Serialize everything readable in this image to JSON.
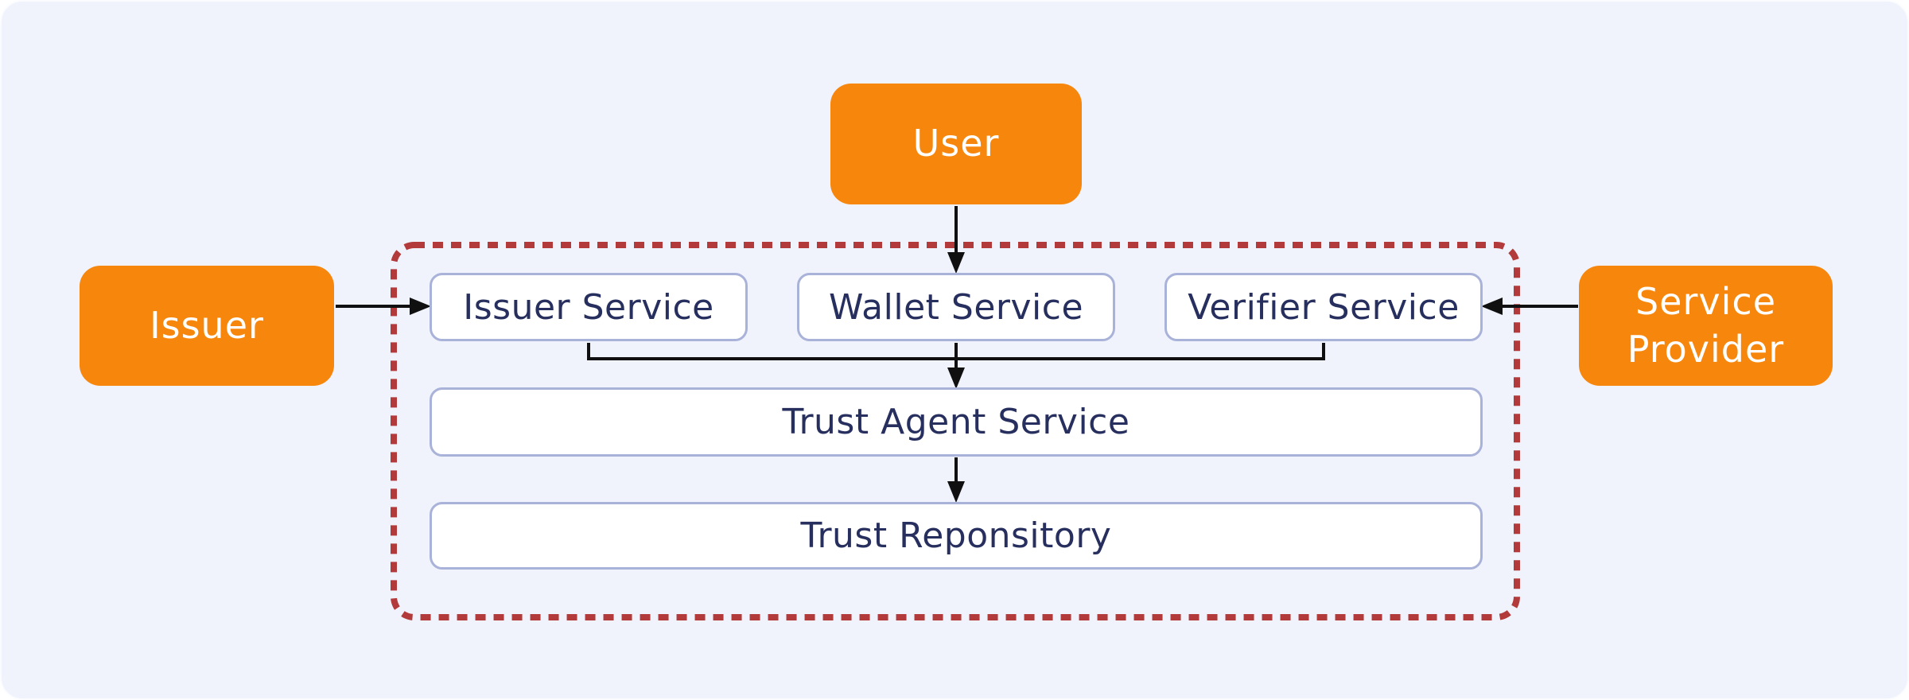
{
  "diagram": {
    "type": "architecture-diagram",
    "nodes": {
      "user": {
        "label": "User",
        "role": "external-actor"
      },
      "issuer": {
        "label": "Issuer",
        "role": "external-actor"
      },
      "service_provider": {
        "label": "Service Provider",
        "role": "external-actor"
      },
      "issuer_service": {
        "label": "Issuer Service",
        "role": "internal-service"
      },
      "wallet_service": {
        "label": "Wallet Service",
        "role": "internal-service"
      },
      "verifier_service": {
        "label": "Verifier Service",
        "role": "internal-service"
      },
      "trust_agent_service": {
        "label": "Trust Agent Service",
        "role": "internal-service"
      },
      "trust_repository": {
        "label": "Trust Reponsitory",
        "role": "internal-service"
      }
    },
    "boundary": {
      "style": "dashed",
      "encloses": [
        "issuer_service",
        "wallet_service",
        "verifier_service",
        "trust_agent_service",
        "trust_repository"
      ]
    },
    "edges": [
      {
        "from": "user",
        "to": "wallet_service",
        "type": "arrow"
      },
      {
        "from": "issuer",
        "to": "issuer_service",
        "type": "arrow"
      },
      {
        "from": "service_provider",
        "to": "verifier_service",
        "type": "arrow"
      },
      {
        "from": "issuer_service",
        "to": "trust_agent_service",
        "type": "elbow-connector"
      },
      {
        "from": "wallet_service",
        "to": "trust_agent_service",
        "type": "arrow"
      },
      {
        "from": "verifier_service",
        "to": "trust_agent_service",
        "type": "elbow-connector"
      },
      {
        "from": "trust_agent_service",
        "to": "trust_repository",
        "type": "arrow"
      }
    ],
    "colors": {
      "background": "#f0f3fc",
      "accent_orange": "#f7860c",
      "boundary_red": "#b23a3a",
      "text_navy": "#272f5e",
      "box_border": "#a9b2d8",
      "box_fill": "#ffffff",
      "arrow_black": "#101010",
      "orange_label_text": "#ffffff"
    }
  }
}
